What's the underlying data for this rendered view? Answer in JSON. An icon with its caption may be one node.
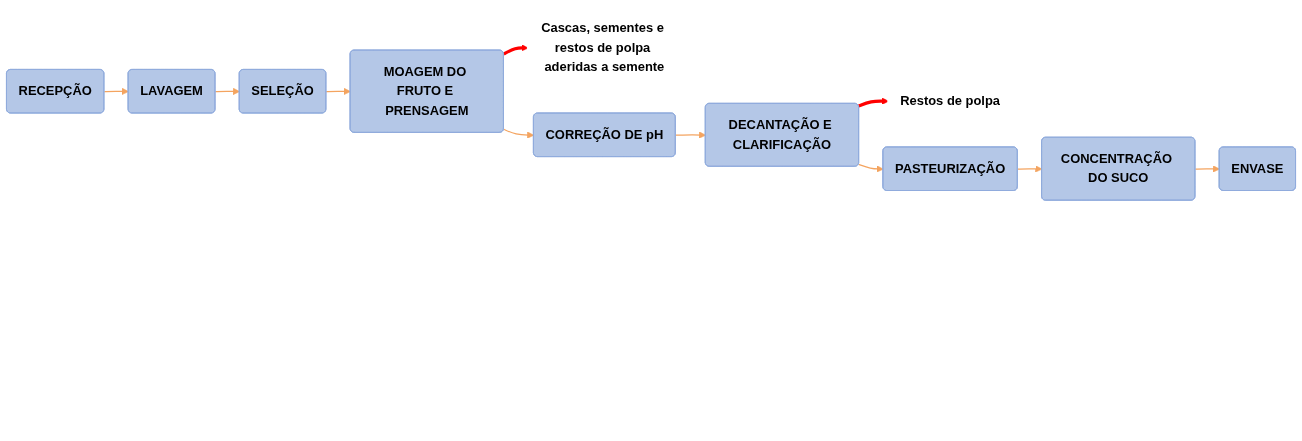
{
  "diagram": {
    "nodes": [
      {
        "text": [
          "RECEPÇÃO"
        ]
      },
      {
        "text": [
          "LAVAGEM"
        ]
      },
      {
        "text": [
          "SELEÇÃO"
        ]
      },
      {
        "text": [
          "Cascas, sementes e restos de polpa aderidas a semente"
        ]
      },
      {
        "text": [
          "MOAGEM DO FRUTO E PRENSAGEM"
        ]
      },
      {
        "text": [
          "CORREÇÃO DE pH"
        ]
      },
      {
        "text": [
          "DECANTAÇÃO E CLARIFICAÇÃO"
        ]
      },
      {
        "text": [
          "Restos de polpa"
        ]
      },
      {
        "text": [
          "PASTEURIZAÇÃO"
        ]
      },
      {
        "text": [
          "CONCENTRAÇÃO DO SUCO"
        ]
      },
      {
        "text": [
          "ENVASE"
        ]
      }
    ],
    "edges": [
      {
        "from": 0,
        "to": 1,
        "arrow": "to"
      },
      {
        "from": 1,
        "to": 2,
        "arrow": "to"
      },
      {
        "from": 2,
        "to": 4,
        "arrow": "to"
      },
      {
        "from": 4,
        "to": 3,
        "arrow": "to",
        "style": "thick",
        "color": "#ff0000"
      },
      {
        "from": 4,
        "to": 5,
        "arrow": "to"
      },
      {
        "from": 5,
        "to": 6,
        "arrow": "to"
      },
      {
        "from": 6,
        "to": 7,
        "arrow": "to",
        "style": "thick",
        "color": "#ff0000"
      },
      {
        "from": 6,
        "to": 8,
        "arrow": "to"
      },
      {
        "from": 8,
        "to": 9,
        "arrow": "to"
      },
      {
        "from": 9,
        "to": 10,
        "arrow": "to"
      }
    ]
  }
}
